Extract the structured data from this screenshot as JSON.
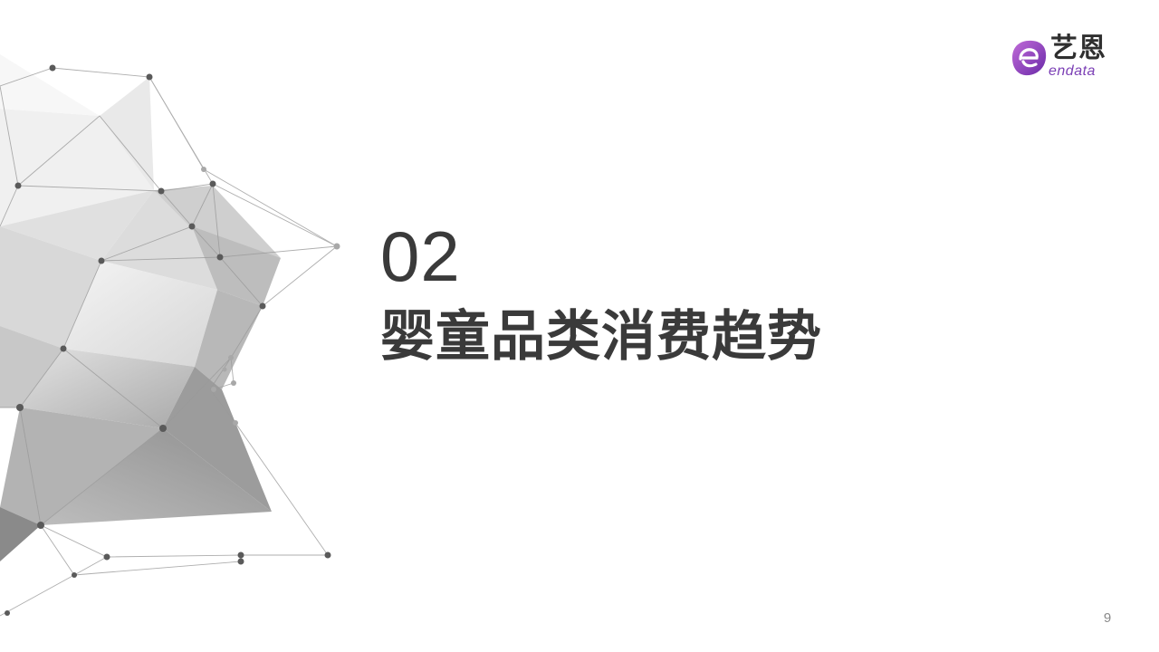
{
  "slide": {
    "section_number": "02",
    "section_title": "婴童品类消费趋势",
    "page_number": "9"
  },
  "logo": {
    "chinese_name": "艺恩",
    "english_name": "endata",
    "brand_color": "#7b3fb5"
  },
  "decoration": {
    "icon": "low-poly-network-illustration"
  }
}
